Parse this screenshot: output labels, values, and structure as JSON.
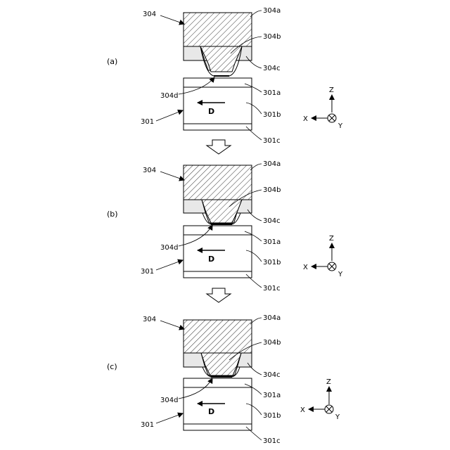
{
  "panels": [
    {
      "panel_label": "(a)",
      "head": {
        "id": "304",
        "layer_a": "304a",
        "layer_b": "304b",
        "layer_c": "304c",
        "tip": "304d"
      },
      "medium": {
        "id": "301",
        "layer_a": "301a",
        "layer_b": "301b",
        "layer_c": "301c",
        "arrow_label": "D"
      },
      "axes": {
        "z": "Z",
        "x": "X",
        "y": "Y"
      }
    },
    {
      "panel_label": "(b)",
      "head": {
        "id": "304",
        "layer_a": "304a",
        "layer_b": "304b",
        "layer_c": "304c",
        "tip": "304d"
      },
      "medium": {
        "id": "301",
        "layer_a": "301a",
        "layer_b": "301b",
        "layer_c": "301c",
        "arrow_label": "D"
      },
      "axes": {
        "z": "Z",
        "x": "X",
        "y": "Y"
      }
    },
    {
      "panel_label": "(c)",
      "head": {
        "id": "304",
        "layer_a": "304a",
        "layer_b": "304b",
        "layer_c": "304c",
        "tip": "304d"
      },
      "medium": {
        "id": "301",
        "layer_a": "301a",
        "layer_b": "301b",
        "layer_c": "301c",
        "arrow_label": "D"
      },
      "axes": {
        "z": "Z",
        "x": "X",
        "y": "Y"
      }
    }
  ],
  "colors": {
    "line": "#000000",
    "hatch": "#000000",
    "fill_light": "#e8e8e8",
    "background": "#ffffff"
  }
}
